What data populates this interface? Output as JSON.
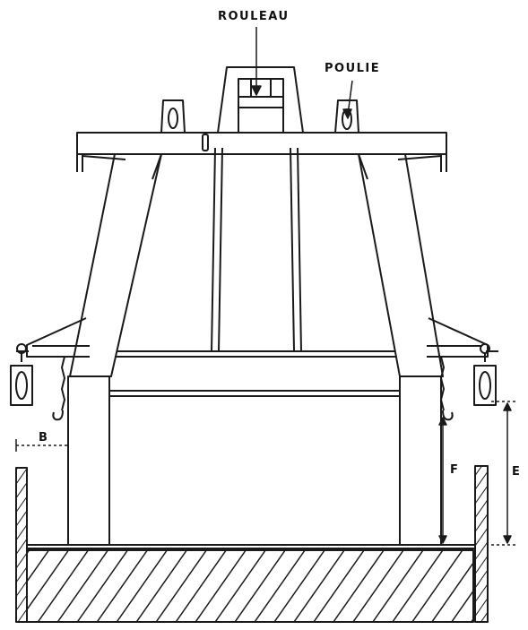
{
  "labels": {
    "rouleau": "ROULEAU",
    "poulie": "POULIE",
    "b": "B",
    "f": "F",
    "e": "E"
  },
  "colors": {
    "ink": "#1a1a1a",
    "paper": "#ffffff"
  }
}
